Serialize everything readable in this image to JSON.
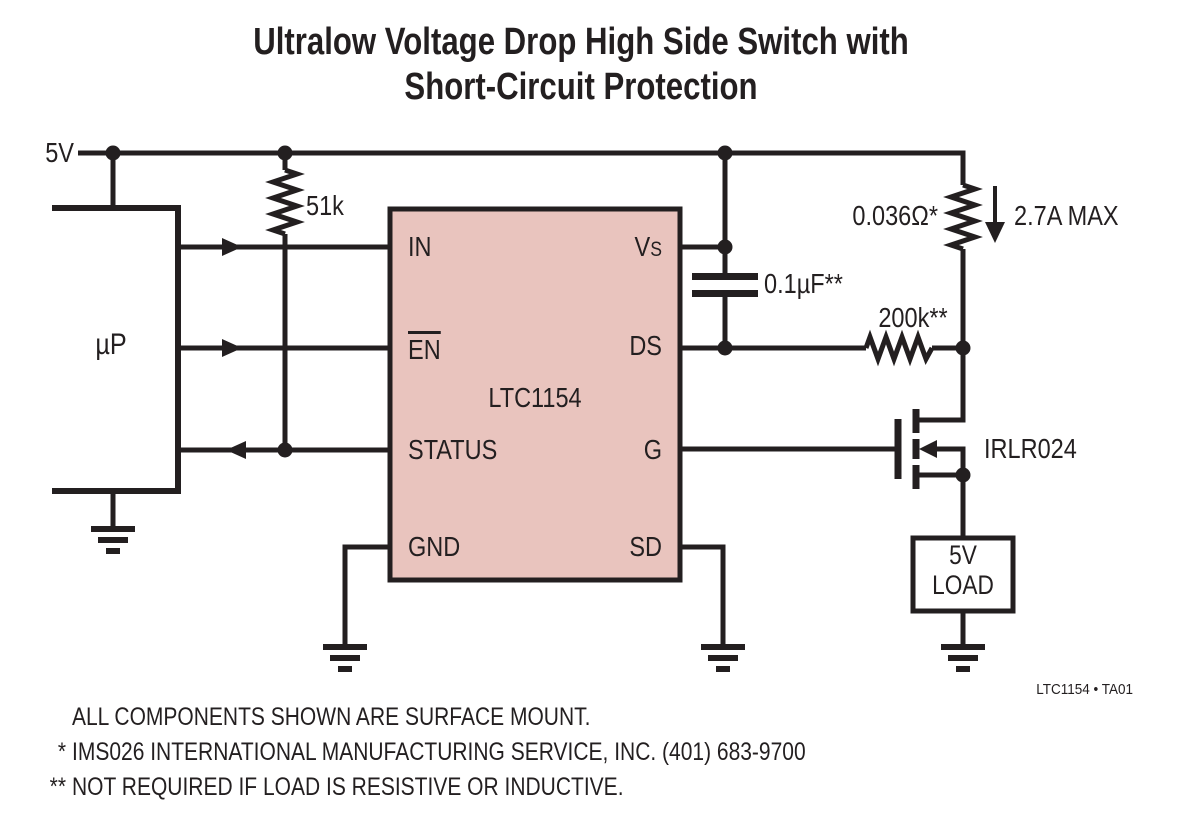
{
  "title": {
    "line1": "Ultralow Voltage Drop High Side Switch with",
    "line2": "Short-Circuit Protection"
  },
  "labels": {
    "supply": "5V",
    "micro": "µP",
    "pullup_resistor": "51k",
    "sense_resistor": "0.036Ω*",
    "current_max": "2.7A MAX",
    "filter_cap": "0.1µF**",
    "ds_resistor": "200k**",
    "mosfet_part": "IRLR024",
    "load_line1": "5V",
    "load_line2": "LOAD",
    "figure_id": "LTC1154 • TA01"
  },
  "ic": {
    "part": "LTC1154",
    "pin_in": "IN",
    "pin_en": "EN",
    "pin_status": "STATUS",
    "pin_gnd": "GND",
    "pin_vs_base": "V",
    "pin_vs_sub": "S",
    "pin_ds": "DS",
    "pin_g": "G",
    "pin_sd": "SD"
  },
  "notes": [
    {
      "marker": "",
      "text": "ALL COMPONENTS SHOWN ARE SURFACE MOUNT."
    },
    {
      "marker": "*",
      "text": "IMS026 INTERNATIONAL MANUFACTURING SERVICE, INC. (401) 683-9700"
    },
    {
      "marker": "**",
      "text": "NOT REQUIRED IF LOAD IS RESISTIVE OR INDUCTIVE."
    }
  ],
  "colors": {
    "ic_fill": "#E9C4BE",
    "line": "#231F20",
    "background": "#FFFFFF"
  }
}
